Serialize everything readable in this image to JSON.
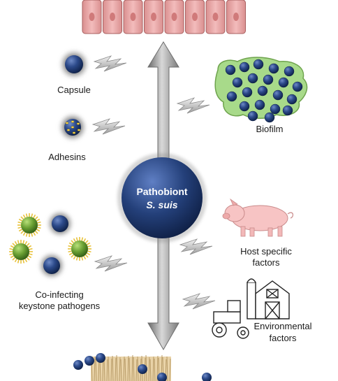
{
  "center": {
    "line1": "Pathobiont",
    "line2": "S. suis"
  },
  "labels": {
    "capsule": "Capsule",
    "adhesins": "Adhesins",
    "biofilm": "Biofilm",
    "coinfecting_line1": "Co-infecting",
    "coinfecting_line2": "keystone pathogens",
    "host_line1": "Host specific",
    "host_line2": "factors",
    "env_line1": "Environmental",
    "env_line2": "factors"
  },
  "colors": {
    "bacterium": "#24407a",
    "arrow": "#9a9a9a",
    "cell": "#e9a8a8",
    "biofilm": "#9fd67e",
    "pathogen": "#6aa033",
    "pig": "#f7c4c4"
  }
}
